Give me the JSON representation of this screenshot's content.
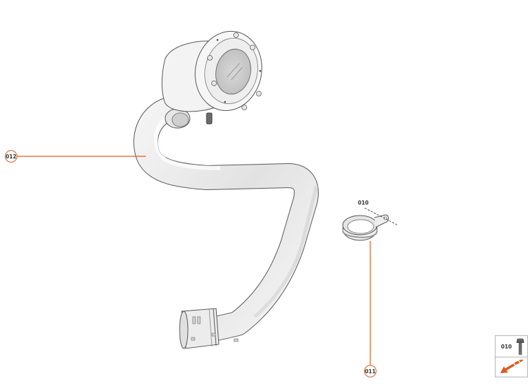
{
  "diagram": {
    "type": "exploded parts diagram",
    "subject": "air intake pipe assembly with filter housing, hose clamp and screw",
    "accent_color": "#e05a1e",
    "parts": [
      {
        "id": "012",
        "label": "012",
        "description": "intake pipe with filter housing"
      },
      {
        "id": "011",
        "label": "011",
        "description": "hose clamp"
      },
      {
        "id": "010",
        "label": "010",
        "description": "screw"
      }
    ]
  },
  "callouts": {
    "c012": "012",
    "c011": "011",
    "c010": "010"
  },
  "legend": {
    "part_code": "010",
    "part_icon": "screw-icon",
    "nav_icon": "orange-arrow-icon"
  }
}
